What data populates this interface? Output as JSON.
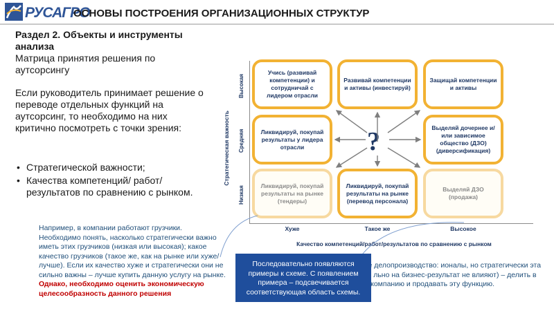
{
  "header": {
    "logo_text": "РУСАГРО",
    "title": "ОСНОВЫ ПОСТРОЕНИЯ ОРГАНИЗАЦИОННЫХ СТРУКТУР"
  },
  "section": {
    "title": "Раздел 2. Объекты и инструменты анализа",
    "subtitle": "Матрица принятия решения по аутсорсингу",
    "intro": "Если руководитель принимает решение о переводе отдельных функций на аутсорсинг, то необходимо на них критично посмотреть с точки зрения:",
    "bullets": [
      "Стратегической важности;",
      "Качества компетенций/ работ/ результатов по сравнению с рынком."
    ]
  },
  "matrix": {
    "y_axis_label": "Стратегическая важность",
    "x_axis_label": "Качество компетенций/работ/результатов по сравнению с рынком",
    "rows": [
      "Высокая",
      "Средняя",
      "Низкая"
    ],
    "cols": [
      "Хуже",
      "Такое же",
      "Высокое"
    ],
    "center_symbol": "?",
    "cells": {
      "r0c0": "Учись (развивай компетенции) и сотрудничай с лидером отрасли",
      "r0c1": "Развивай компетенции и активы (инвестируй)",
      "r0c2": "Защищай компетенции и активы",
      "r1c0": "Ликвидируй, покупай результаты у лидера отрасли",
      "r1c2": "Выделяй дочернее и/или зависимое общество (ДЗО) (диверсификация)",
      "r2c0": "Ликвидируй, покупай результаты на рынке (тендеры)",
      "r2c1": "Ликвидируй, покупай результаты на рынке (перевод персонала)",
      "r2c2": "Выделяй ДЗО (продажа)"
    }
  },
  "example": {
    "text": "Например, в компании работают грузчики. Необходимо понять, насколько стратегически важно иметь этих грузчиков (низкая или высокая); какое качество грузчиков (такое же, как на рынке или хуже/лучше). Если их качество хуже и стратегически они не сильно важны – лучше купить данную услугу на рынке. ",
    "warning": "Однако, необходимо оценить экономическую целесообразность данного решения"
  },
  "callout": {
    "text": "Последовательно появляются примеры к схеме. С появлением примера – подсвечивается соответствующая область схемы."
  },
  "example2": {
    "text": "р, кадровое делопроизводство: ионалы, но стратегически эта функция не льно на бизнес-результат не влияют) – делить в отдельную компанию и продавать эту функцию."
  },
  "colors": {
    "accent": "#f2b233",
    "brand": "#2f5597",
    "callout_bg": "#1f4e9c",
    "warning": "#c00000"
  }
}
